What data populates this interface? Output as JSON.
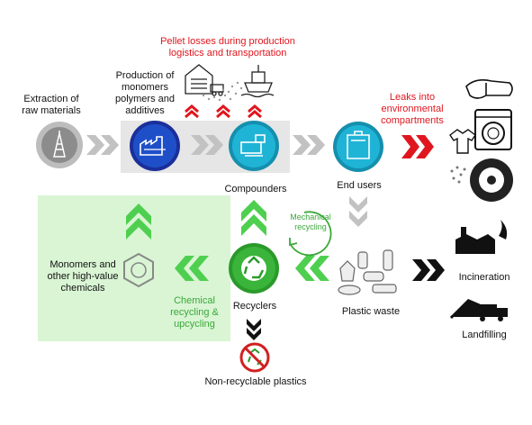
{
  "title_losses": [
    "Pellet losses during production",
    "logistics and transportation"
  ],
  "extraction": [
    "Extraction of",
    "raw materials"
  ],
  "production": [
    "Production of",
    "monomers",
    "polymers and",
    "additives"
  ],
  "leaks": [
    "Leaks into",
    "environmental",
    "compartments"
  ],
  "compounders": "Compounders",
  "end_users": "End users",
  "mechanical_recycling": [
    "Mechanical",
    "recycling"
  ],
  "monomers": [
    "Monomers and",
    "other high-value",
    "chemicals"
  ],
  "chemical_recycling": [
    "Chemical",
    "recycling &",
    "upcycling"
  ],
  "recyclers": "Recyclers",
  "plastic_waste": "Plastic waste",
  "incineration": "Incineration",
  "landfilling": "Landfilling",
  "non_recyclable": "Non-recyclable plastics",
  "colors": {
    "red": "#e0161e",
    "blue": "#1f4fc8",
    "teal": "#1fb4d6",
    "green": "#3aa83a",
    "light_green": "#d9f5d4",
    "grey": "#9a9a9a",
    "dark": "#111111"
  },
  "icons": [
    "oil-derrick-icon",
    "factory-icon",
    "compounding-machine-icon",
    "recycling-bottle-icon",
    "recycle-icon",
    "no-recycle-icon",
    "hexagon-molecule-icon",
    "plastic-waste-icon",
    "incineration-plant-icon",
    "landfill-truck-icon",
    "goggles-icon",
    "washing-machine-icon",
    "tire-icon",
    "warehouse-truck-icon",
    "ship-icon"
  ]
}
